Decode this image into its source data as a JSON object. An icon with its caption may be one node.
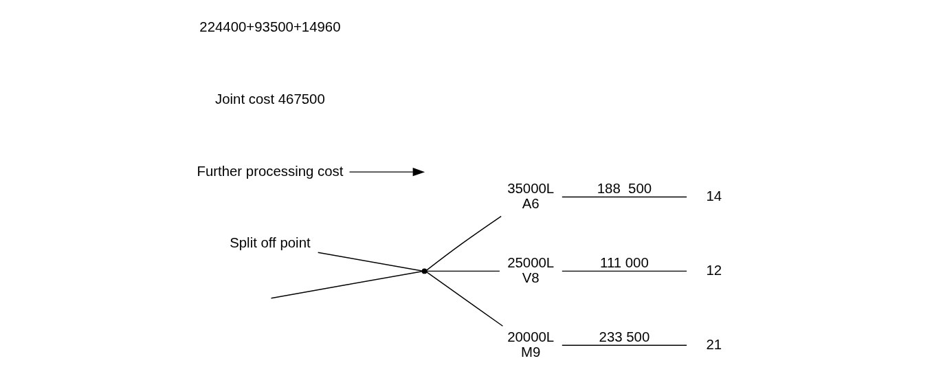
{
  "diagram": {
    "nodes": [
      {
        "text": [
          "Split off point"
        ]
      },
      {
        "text": [],
        "shape": "point"
      },
      {
        "text": [
          "35000L",
          "A6"
        ]
      },
      {
        "text": [
          "25000L",
          "V8"
        ]
      },
      {
        "text": [
          "20000L",
          "M9"
        ]
      },
      {
        "text": [
          "14"
        ]
      },
      {
        "text": [
          "12"
        ]
      },
      {
        "text": [
          "21"
        ]
      },
      {
        "text": [
          "Further processing cost"
        ]
      }
    ],
    "edges": [
      {
        "from": null,
        "to": 1,
        "arrow": "none"
      },
      {
        "from": 0,
        "to": 1,
        "arrow": "none"
      },
      {
        "from": 1,
        "to": 2,
        "arrow": "none"
      },
      {
        "from": 1,
        "to": 3,
        "arrow": "none"
      },
      {
        "from": 1,
        "to": 4,
        "arrow": "none"
      },
      {
        "from": 2,
        "to": 5,
        "arrow": "none",
        "label": "188  500"
      },
      {
        "from": 3,
        "to": 6,
        "arrow": "none",
        "label": "111 000"
      },
      {
        "from": 4,
        "to": 7,
        "arrow": "none",
        "label": "233 500"
      },
      {
        "from": 8,
        "to": null,
        "arrow": "to"
      }
    ],
    "labels": [
      "Joint cost 467500",
      "224400+93500+14960"
    ]
  }
}
